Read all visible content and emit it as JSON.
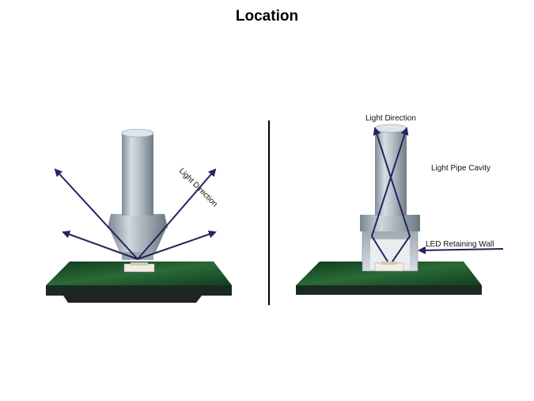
{
  "title": "Location",
  "left_panel": {
    "label_light_direction": "Light Direction"
  },
  "right_panel": {
    "label_light_direction": "Light Direction",
    "label_cavity": "Light Pipe Cavity",
    "label_wall": "LED Retaining Wall"
  },
  "colors": {
    "arrow": "#25235e",
    "board_top": "#1f4f2a",
    "board_front": "#1a2a1f",
    "pipe_light": "#c6d1d8",
    "pipe_dark": "#7d8a93"
  }
}
